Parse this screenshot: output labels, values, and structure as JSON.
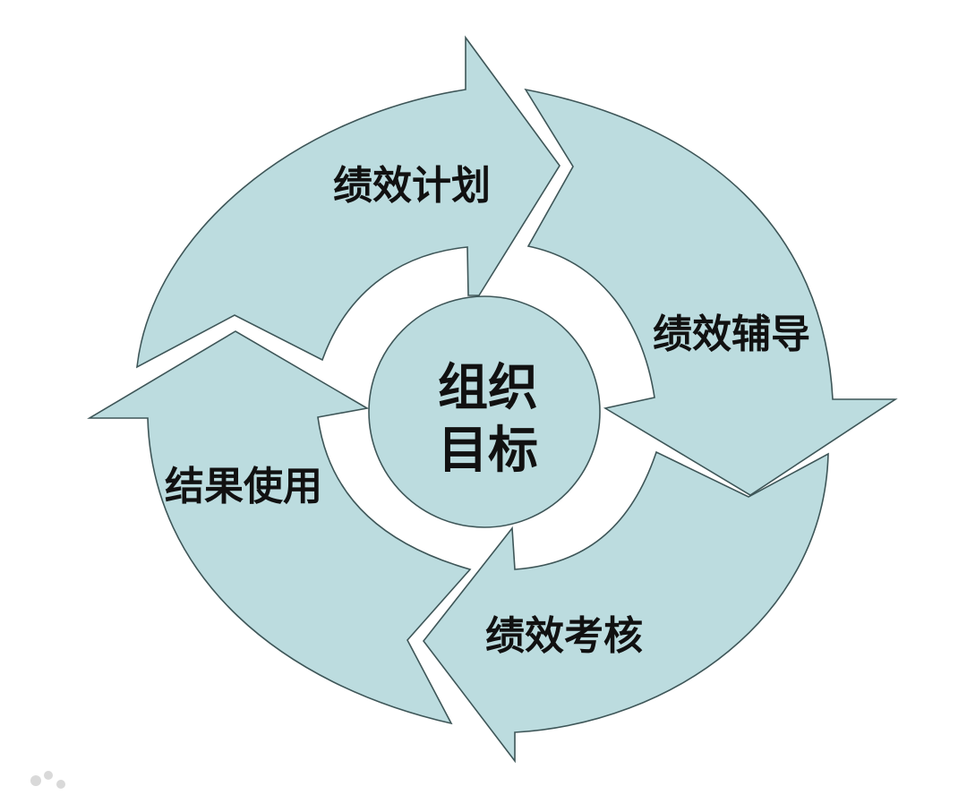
{
  "diagram": {
    "center": {
      "line1": "组织",
      "line2": "目标"
    },
    "steps": [
      {
        "label": "绩效计划"
      },
      {
        "label": "绩效辅导"
      },
      {
        "label": "绩效考核"
      },
      {
        "label": "结果使用"
      }
    ],
    "colors": {
      "fill": "#bcdcdf",
      "stroke": "#3e5658",
      "text": "#111111",
      "background": "#ffffff"
    }
  }
}
